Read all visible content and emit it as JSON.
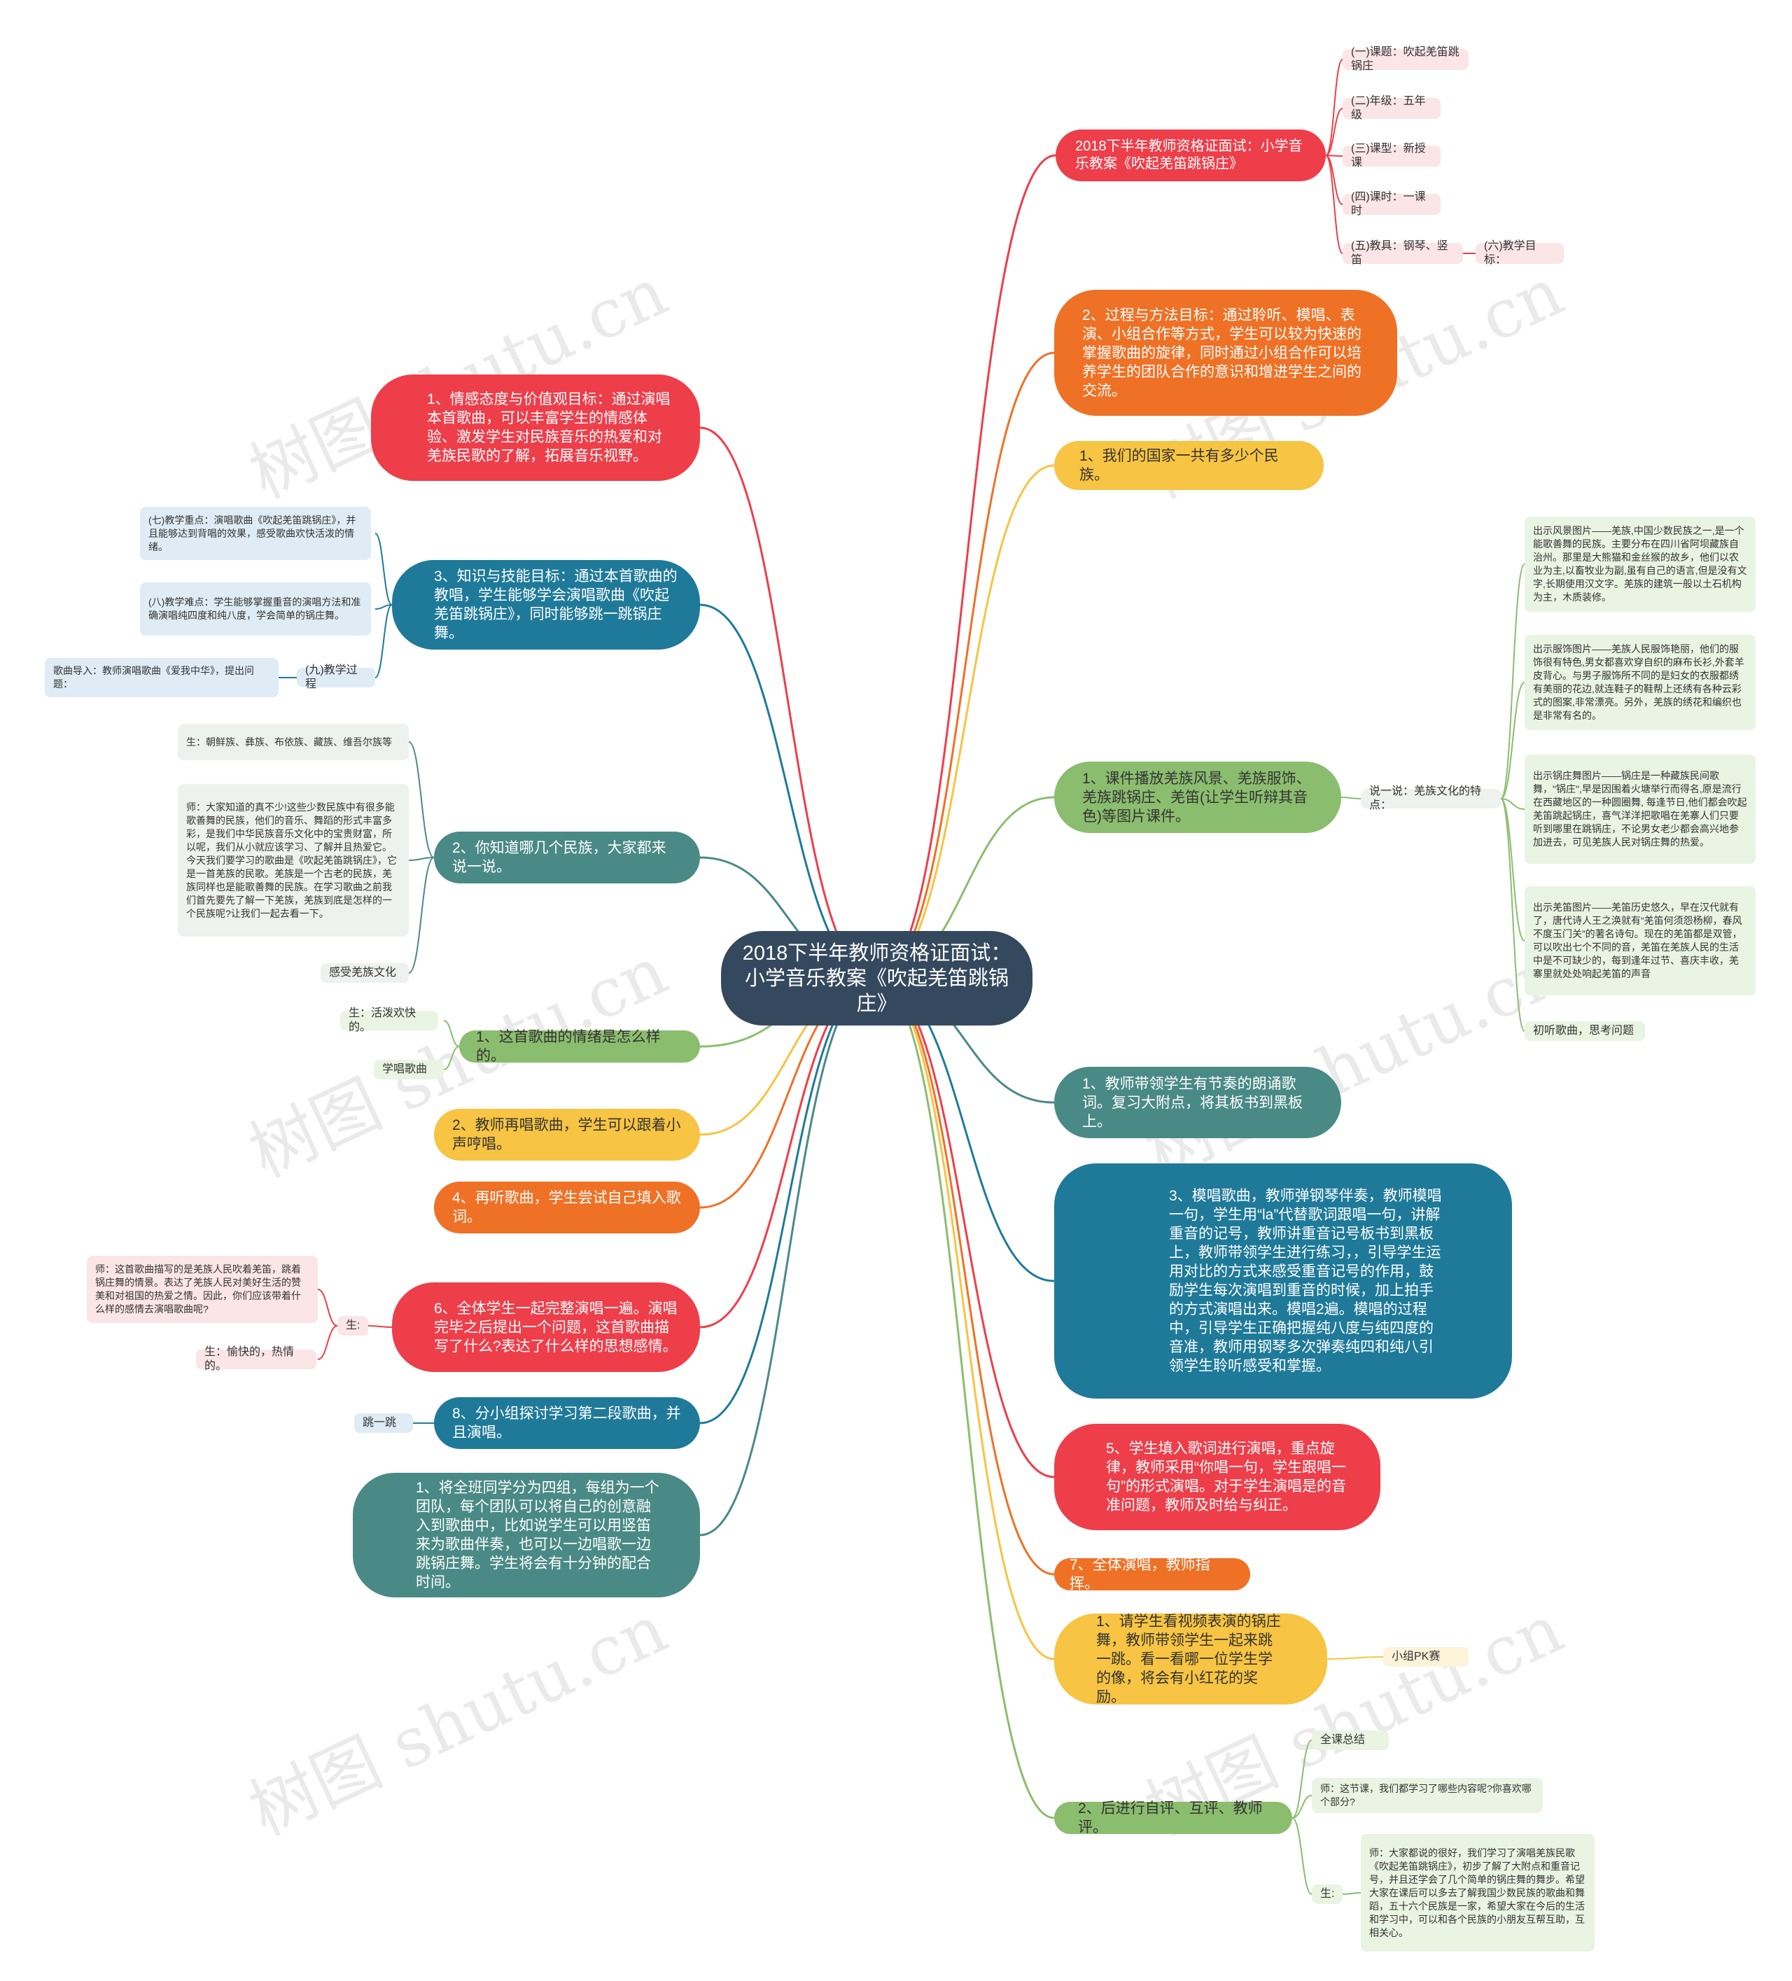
{
  "root": {
    "title": "2018下半年教师资格证面试：小学音乐教案《吹起羌笛跳锅庄》"
  },
  "colors": {
    "red": "#ee3e4a",
    "orange": "#ef7126",
    "yellow": "#f7c443",
    "teal": "#1f7a99",
    "green": "#8bbd6e",
    "slate": "#4a8a86",
    "root": "#34495e"
  },
  "right": {
    "b1": {
      "label": "2018下半年教师资格证面试：小学音乐教案《吹起羌笛跳锅庄》",
      "children": [
        "(一)课题：吹起羌笛跳锅庄",
        "(二)年级：五年级",
        "(三)课型：新授课",
        "(四)课时：一课时",
        "(五)教具：钢琴、竖笛"
      ],
      "grandchild": "(六)教学目标："
    },
    "b2": {
      "label": "2、过程与方法目标：通过聆听、模唱、表演、小组合作等方式，学生可以较为快速的掌握歌曲的旋律，同时通过小组合作可以培养学生的团队合作的意识和增进学生之间的交流。"
    },
    "b3": {
      "label": "1、我们的国家一共有多少个民族。"
    },
    "b4": {
      "label": "1、课件播放羌族风景、羌族服饰、羌族跳锅庄、羌笛(让学生听辩其音色)等图片课件。",
      "sub": "说一说：羌族文化的特点：",
      "items": [
        "出示风景图片——羌族,中国少数民族之一,是一个能歌善舞的民族。主要分布在四川省阿坝藏族自治州。那里是大熊猫和金丝猴的故乡，他们以农业为主,以畜牧业为副,虽有自己的语言,但是没有文字,长期使用汉文字。羌族的建筑一般以土石机构为主，木质装修。",
        "出示服饰图片——羌族人民服饰艳丽，他们的服饰很有特色,男女都喜欢穿自织的麻布长衫,外套羊皮背心。与男子服饰所不同的是妇女的衣服都绣有美丽的花边,就连鞋子的鞋帮上还绣有各种云彩式的图案,非常漂亮。另外，羌族的绣花和编织也是非常有名的。",
        "出示锅庄舞图片——锅庄是一种藏族民间歌舞，\"锅庄\",早是因围着火塘举行而得名,原是流行在西藏地区的一种圆圈舞, 每逢节日,他们都会吹起羌笛跳起锅庄，喜气洋洋把歌唱在羌寨人们只要听到哪里在跳锅庄，不论男女老少都会高兴地参加进去，可见羌族人民对锅庄舞的热爱。",
        "出示羌笛图片——羌笛历史悠久，早在汉代就有了，唐代诗人王之涣就有“羌笛何须怨杨柳，春风不度玉门关”的著名诗句。现在的羌笛都是双管，可以吹出七个不同的音，羌笛在羌族人民的生活中是不可缺少的，每到逢年过节、喜庆丰收，羌寨里就处处响起羌笛的声音",
        "初听歌曲，思考问题"
      ]
    },
    "b5": {
      "label": "1、教师带领学生有节奏的朗诵歌词。复习大附点，将其板书到黑板上。"
    },
    "b6": {
      "label": "3、模唱歌曲，教师弹钢琴伴奏，教师模唱一句，学生用“la”代替歌词跟唱一句，讲解重音的记号，教师讲重音记号板书到黑板上，教师带领学生进行练习，，引导学生运用对比的方式来感受重音记号的作用，鼓励学生每次演唱到重音的时候，加上拍手的方式演唱出来。模唱2遍。模唱的过程中，引导学生正确把握纯八度与纯四度的音准，教师用钢琴多次弹奏纯四和纯八引领学生聆听感受和掌握。"
    },
    "b7": {
      "label": "5、学生填入歌词进行演唱，重点旋律，教师采用“你唱一句，学生跟唱一句”的形式演唱。对于学生演唱是的音准问题，教师及时给与纠正。"
    },
    "b8": {
      "label": "7、全体演唱，教师指挥。"
    },
    "b9": {
      "label": "1、请学生看视频表演的锅庄舞，教师带领学生一起来跳一跳。看一看哪一位学生学的像，将会有小红花的奖励。",
      "tag": "小组PK赛"
    },
    "b10": {
      "label": "2、后进行自评、互评、教师评。",
      "summary": "全课总结",
      "q": "师：这节课，我们都学习了哪些内容呢?你喜欢哪个部分?",
      "sheng": "生:",
      "answer": "师：大家都说的很好，我们学习了演唱羌族民歌《吹起羌笛跳锅庄》，初步了解了大附点和重音记号，并且还学会了几个简单的锅庄舞的舞步。希望大家在课后可以多去了解我国少数民族的歌曲和舞蹈，五十六个民族是一家，希望大家在今后的生活和学习中，可以和各个民族的小朋友互帮互助，互相关心。"
    }
  },
  "left": {
    "l1": {
      "label": "1、情感态度与价值观目标：通过演唱本首歌曲，可以丰富学生的情感体验、激发学生对民族音乐的热爱和对羌族民歌的了解，拓展音乐视野。"
    },
    "l2": {
      "label": "3、知识与技能目标：通过本首歌曲的教唱，学生能够学会演唱歌曲《吹起羌笛跳锅庄》，同时能够跳一跳锅庄舞。",
      "c1": "(七)教学重点：演唱歌曲《吹起羌笛跳锅庄》，并且能够达到背唱的效果，感受歌曲欢快活泼的情绪。",
      "c2": "(八)教学难点：学生能够掌握重音的演唱方法和准确演唱纯四度和纯八度，学会简单的锅庄舞。",
      "c3": "(九)教学过程",
      "c3a": "歌曲导入：教师演唱歌曲《爱我中华》，提出问题："
    },
    "l3": {
      "label": "2、你知道哪几个民族，大家都来说一说。",
      "c1": "生：朝鲜族、彝族、布依族、藏族、维吾尔族等",
      "c2": "师：大家知道的真不少!这些少数民族中有很多能歌善舞的民族，他们的音乐、舞蹈的形式丰富多彩，是我们中华民族音乐文化中的宝贵财富，所以呢，我们从小就应该学习、了解并且热爱它。今天我们要学习的歌曲是《吹起羌笛跳锅庄》，它是一首羌族的民歌。羌族是一个古老的民族，羌族同样也是能歌善舞的民族。在学习歌曲之前我们首先要先了解一下羌族，羌族到底是怎样的一个民族呢?让我们一起去看一下。",
      "c3": "感受羌族文化"
    },
    "l4": {
      "label": "1、这首歌曲的情绪是怎么样的。",
      "c1": "生：活泼欢快的。",
      "c2": "学唱歌曲"
    },
    "l5": {
      "label": "2、教师再唱歌曲，学生可以跟着小声哼唱。"
    },
    "l6": {
      "label": "4、再听歌曲，学生尝试自己填入歌词。"
    },
    "l7": {
      "label": "6、全体学生一起完整演唱一遍。演唱完毕之后提出一个问题，这首歌曲描写了什么?表达了什么样的思想感情。",
      "c1": "生:",
      "c1a": "师：这首歌曲描写的是羌族人民吹着羌笛，跳着锅庄舞的情景。表达了羌族人民对美好生活的赞美和对祖国的热爱之情。因此，你们应该带着什么样的感情去演唱歌曲呢?",
      "c1b": "生：愉快的，热情的。"
    },
    "l8": {
      "label": "8、分小组探讨学习第二段歌曲，并且演唱。",
      "c1": "跳一跳"
    },
    "l9": {
      "label": "1、将全班同学分为四组，每组为一个团队，每个团队可以将自己的创意融入到歌曲中，比如说学生可以用竖笛来为歌曲伴奏，也可以一边唱歌一边跳锅庄舞。学生将会有十分钟的配合时间。"
    }
  },
  "watermarks": [
    "树图 shutu.cn",
    "树图 shutu.cn",
    "树图 shutu.cn",
    "树图 shutu.cn",
    "树图 shutu.cn",
    "树图 shutu.cn"
  ]
}
